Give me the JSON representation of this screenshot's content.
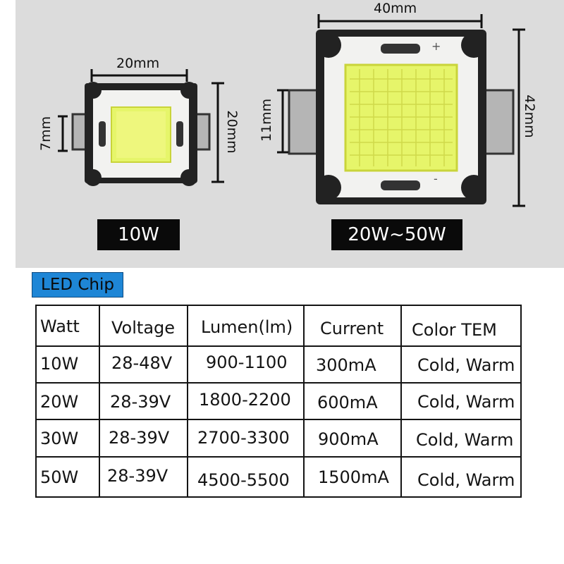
{
  "photo": {
    "small_chip": {
      "width_dim": "20mm",
      "height_dim": "20mm",
      "side_dim": "7mm",
      "watt_label": "10W"
    },
    "large_chip": {
      "width_dim": "40mm",
      "height_dim": "42mm",
      "side_dim": "11mm",
      "watt_label": "20W~50W",
      "plus_mark": "+",
      "minus_mark": "-"
    }
  },
  "section_label": "LED Chip",
  "table": {
    "headers": [
      "Watt",
      "Voltage",
      "Lumen(lm)",
      "Current",
      "Color TEM"
    ],
    "rows": [
      [
        "10W",
        "28-48V",
        "900-1100",
        "300mA",
        "Cold, Warm"
      ],
      [
        "20W",
        "28-39V",
        "1800-2200",
        "600mA",
        "Cold, Warm"
      ],
      [
        "30W",
        "28-39V",
        "2700-3300",
        "900mA",
        "Cold, Warm"
      ],
      [
        "50W",
        "28-39V",
        "4500-5500",
        "1500mA",
        "Cold, Warm"
      ]
    ]
  },
  "colors": {
    "photo_background": "#dcdcdc",
    "label_background": "#0a0a0a",
    "section_label_background": "#1e86d6",
    "led_phosphor": "#e6f56a",
    "board_white": "#f2f2f0"
  }
}
